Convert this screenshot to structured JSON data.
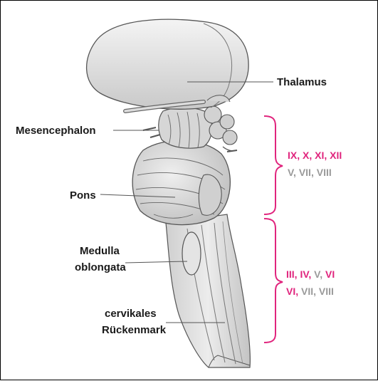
{
  "labels": {
    "thalamus": "Thalamus",
    "mesencephalon": "Mesencephalon",
    "pons": "Pons",
    "medulla_line1": "Medulla",
    "medulla_line2": "oblongata",
    "cervical_line1": "cervikales",
    "cervical_line2": "Rückenmark"
  },
  "upper_nerves": {
    "line1": [
      {
        "text": "IX, X, XI, XII",
        "color": "#e0247d"
      }
    ],
    "line2": [
      {
        "text": "V, VII, VIII",
        "color": "#9a9a9a"
      }
    ]
  },
  "lower_nerves": {
    "line1": [
      {
        "text": "III, IV, ",
        "color": "#e0247d"
      },
      {
        "text": "V, ",
        "color": "#9a9a9a"
      },
      {
        "text": "VI",
        "color": "#e0247d"
      }
    ],
    "line2": [
      {
        "text": "VI, ",
        "color": "#e0247d"
      },
      {
        "text": "VII, VIII",
        "color": "#9a9a9a"
      }
    ]
  },
  "colors": {
    "accent": "#e0247d",
    "muted": "#9a9a9a",
    "brain_fill": "#dcdcdc",
    "brain_stroke": "#555555"
  }
}
